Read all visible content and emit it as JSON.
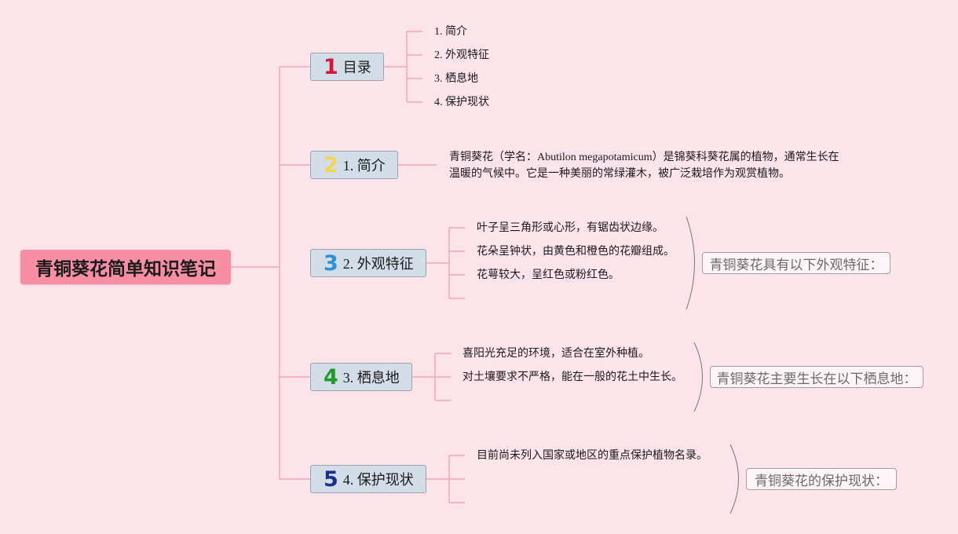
{
  "root": {
    "title": "青铜葵花简单知识笔记"
  },
  "branches": [
    {
      "num": "1",
      "num_color": "#d4173b",
      "label": "目录",
      "leaves": [
        "1. 简介",
        "2. 外观特征",
        "3. 栖息地",
        "4. 保护现状"
      ]
    },
    {
      "num": "2",
      "num_color": "#f2d552",
      "label": "1. 简介",
      "leaves": [
        "青铜葵花（学名：Abutilon megapotamicum）是锦葵科葵花属的植物，通常生长在温暖的气候中。它是一种美丽的常绿灌木，被广泛栽培作为观赏植物。"
      ]
    },
    {
      "num": "3",
      "num_color": "#2a93d5",
      "label": "2. 外观特征",
      "leaves": [
        "叶子呈三角形或心形，有锯齿状边缘。",
        "花朵呈钟状，由黄色和橙色的花瓣组成。",
        "花萼较大，呈红色或粉红色。"
      ],
      "summary": "青铜葵花具有以下外观特征："
    },
    {
      "num": "4",
      "num_color": "#1f9a2a",
      "label": "3. 栖息地",
      "leaves": [
        "喜阳光充足的环境，适合在室外种植。",
        "对土壤要求不严格，能在一般的花土中生长。"
      ],
      "summary": "青铜葵花主要生长在以下栖息地："
    },
    {
      "num": "5",
      "num_color": "#1b2f8f",
      "label": "4. 保护现状",
      "leaves": [
        "目前尚未列入国家或地区的重点保护植物名录。"
      ],
      "summary": "青铜葵花的保护现状："
    }
  ],
  "colors": {
    "background": "#fde3ea",
    "root_fill": "#f88ea4",
    "connector": "#f4a6b8",
    "node_fill": "#d3dde7",
    "brace": "#6e7b77"
  }
}
